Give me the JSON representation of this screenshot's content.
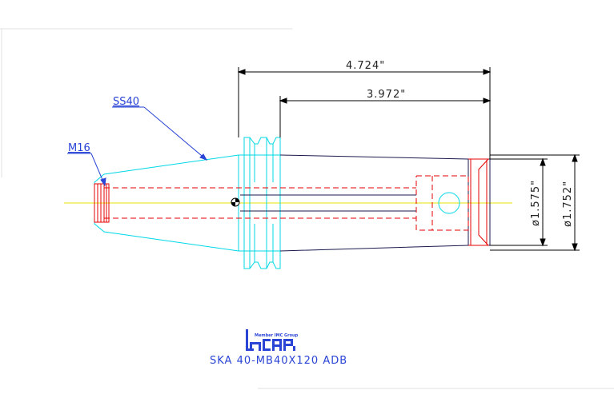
{
  "dimensions": {
    "overall_length": "4.724\"",
    "body_length": "3.972\"",
    "bore_diameter": "ø1.575\"",
    "outer_diameter": "ø1.752\""
  },
  "callouts": {
    "taper": "SS40",
    "thread": "M16"
  },
  "logo": {
    "member_text": "Member IMC Group",
    "brand": "iscar"
  },
  "part_number": "SKA 40-MB40X120 ADB",
  "colors": {
    "outline": "#00d8e6",
    "hidden": "#e60000",
    "dimension": "#000000",
    "callout": "#2a44d6",
    "centerline": "#e6e600",
    "body": "#1a1a4d",
    "logo": "#2a44d6"
  }
}
